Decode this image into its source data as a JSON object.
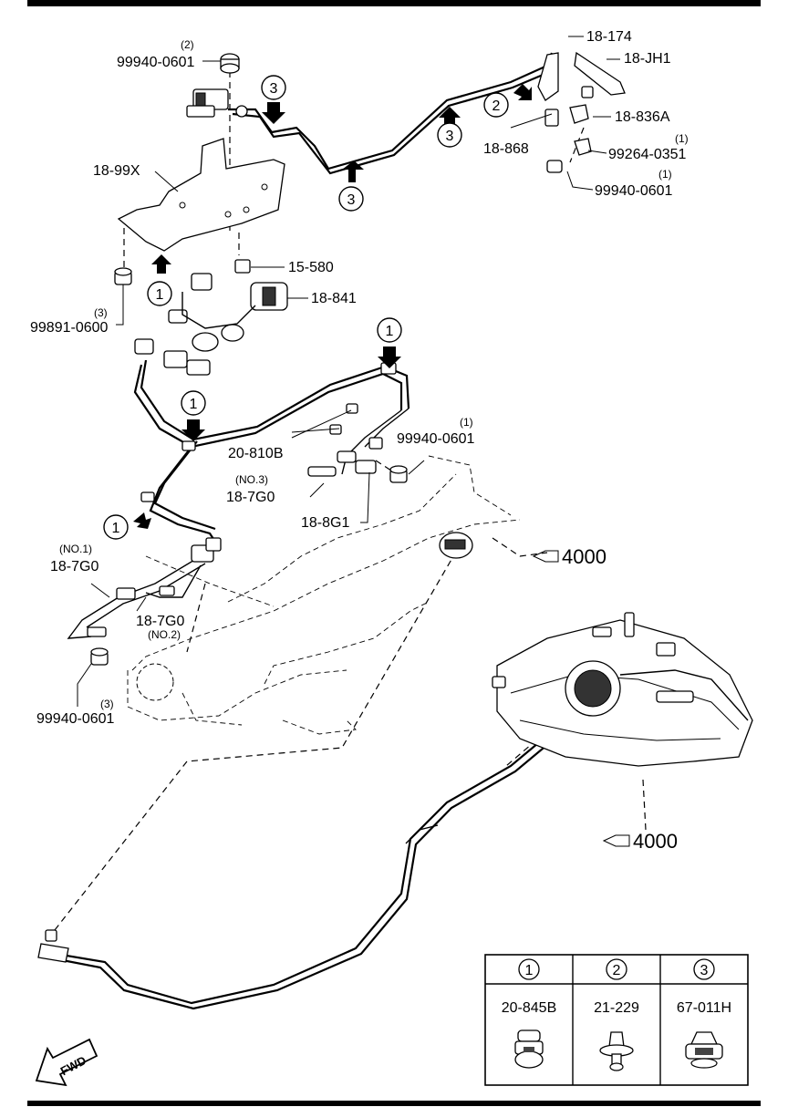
{
  "callouts": {
    "p18_174": "18-174",
    "p18_jh1": "18-JH1",
    "p18_836a": "18-836A",
    "p18_868": "18-868",
    "p99264_qty": "(1)",
    "p99264": "99264-0351",
    "p99940_top_right_qty": "(1)",
    "p99940_top_right": "99940-0601",
    "p99940_top_left_qty": "(2)",
    "p99940_top_left": "99940-0601",
    "p18_99x": "18-99X",
    "p15_580": "15-580",
    "p18_841": "18-841",
    "p99891_qty": "(3)",
    "p99891": "99891-0600",
    "p20_810b": "20-810B",
    "p18_7g0_no3_tag": "(NO.3)",
    "p18_7g0_no3": "18-7G0",
    "p18_8g1": "18-8G1",
    "p99940_mid_qty": "(1)",
    "p99940_mid": "99940-0601",
    "p18_7g0_no1_tag": "(NO.1)",
    "p18_7g0_no1": "18-7G0",
    "p18_7g0_no2": "18-7G0",
    "p18_7g0_no2_tag": "(NO.2)",
    "p99940_bottom_qty": "(3)",
    "p99940_bottom": "99940-0601",
    "ref_4000_upper": "4000",
    "ref_4000_lower": "4000"
  },
  "markers": {
    "one": "1",
    "two": "2",
    "three": "3"
  },
  "legend": {
    "headers": [
      "1",
      "2",
      "3"
    ],
    "parts": [
      "20-845B",
      "21-229",
      "67-011H"
    ]
  },
  "fwd_label": "FWD",
  "icons": [
    "arrow-icon",
    "clip-icon",
    "fwd-arrow-icon"
  ]
}
